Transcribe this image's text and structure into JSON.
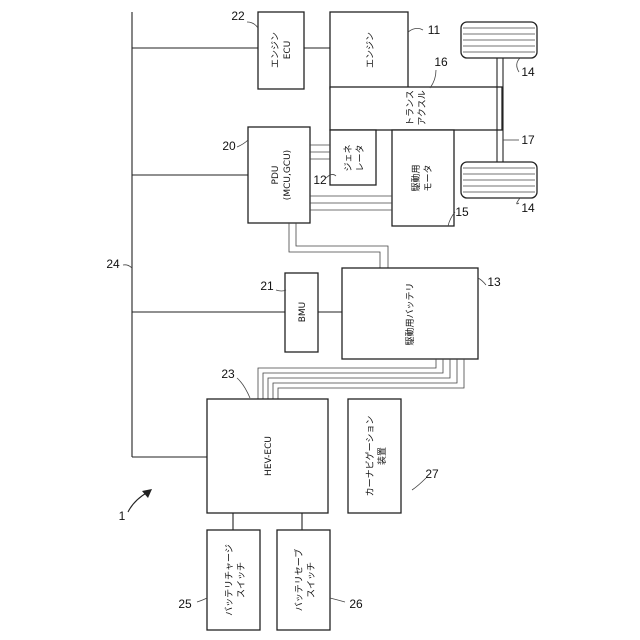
{
  "diagram": {
    "blocks": {
      "engine_ecu": [
        "エンジン",
        "ECU"
      ],
      "engine": "エンジン",
      "transaxle": [
        "トランス",
        "アクスル"
      ],
      "generator": [
        "ジェネ",
        "レータ"
      ],
      "motor": [
        "駆動用",
        "モータ"
      ],
      "pdu": [
        "PDU",
        "(MCU,GCU)"
      ],
      "bmu": "BMU",
      "battery": "駆動用バッテリ",
      "hev_ecu": "HEV-ECU",
      "navigation": [
        "カーナビゲーション",
        "装置"
      ],
      "charge_switch": [
        "バッテリチャージ",
        "スイッチ"
      ],
      "save_switch": [
        "バッテリセーブ",
        "スイッチ"
      ]
    },
    "ref_numbers": {
      "system": "1",
      "engine": "11",
      "generator": "12",
      "battery": "13",
      "wheel_top": "14",
      "wheel_bottom": "14",
      "motor": "15",
      "transaxle": "16",
      "axle": "17",
      "pdu": "20",
      "bmu": "21",
      "engine_ecu": "22",
      "hev_ecu": "23",
      "bus": "24",
      "charge_switch": "25",
      "save_switch": "26",
      "navigation": "27"
    }
  }
}
